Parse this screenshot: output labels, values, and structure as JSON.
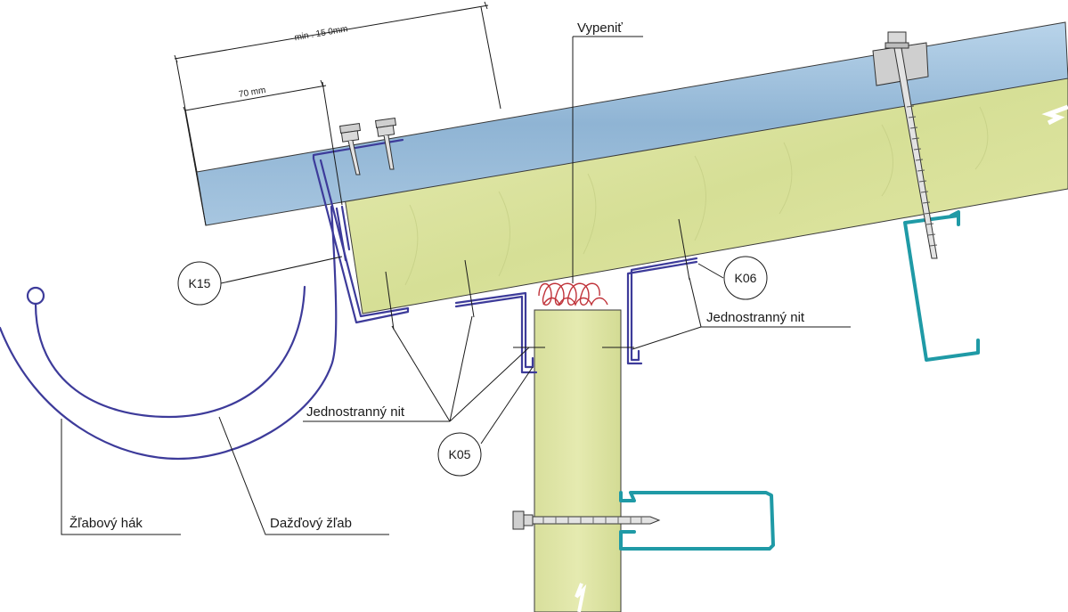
{
  "diagram": {
    "dimensions": {
      "overall": "min . 15 0mm",
      "overlap": "70 mm"
    },
    "labels": {
      "foam": "Vypeniť",
      "one_sided_rivet_right": "Jednostranný nit",
      "one_sided_rivet_left": "Jednostranný nit",
      "gutter_hook": "Žľabový hák",
      "rain_gutter": "Dažďový žľab"
    },
    "callouts": {
      "k15": "K15",
      "k06": "K06",
      "k05": "K05"
    },
    "colors": {
      "sheet_blue": "#9bbedb",
      "insulation": "#dfe6a6",
      "flashing": "#3d3b9a",
      "steel_purlin": "#1f9aa6",
      "foam_bead": "#c0333a",
      "screw": "#cfcfcf"
    }
  }
}
